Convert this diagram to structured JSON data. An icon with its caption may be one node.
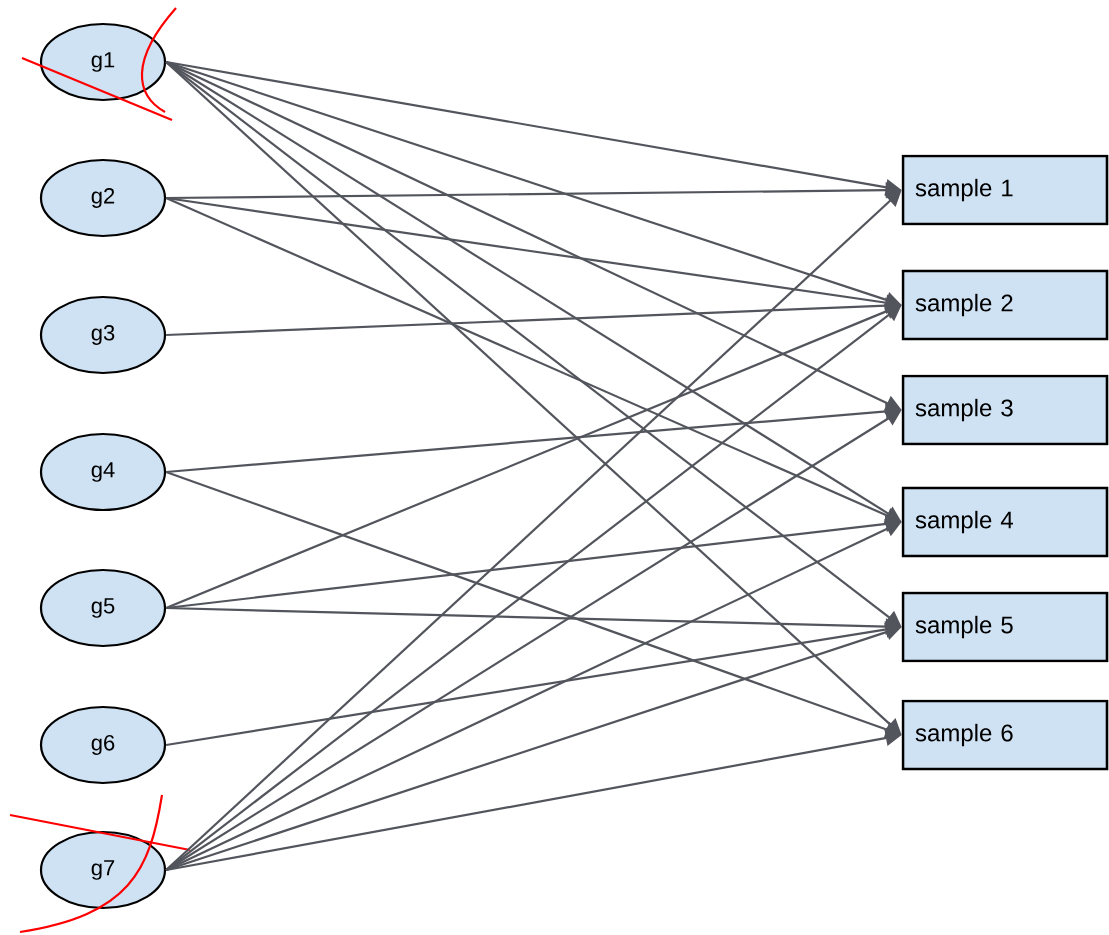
{
  "diagram": {
    "nodes": [
      {
        "text": [
          "g1"
        ]
      },
      {
        "text": [
          "g2"
        ]
      },
      {
        "text": [
          "g3"
        ]
      },
      {
        "text": [
          "g4"
        ]
      },
      {
        "text": [
          "g5"
        ]
      },
      {
        "text": [
          "g6"
        ]
      },
      {
        "text": [
          "g7"
        ]
      },
      {
        "text": [
          "sample 1"
        ]
      },
      {
        "text": [
          "sample 2"
        ]
      },
      {
        "text": [
          "sample 3"
        ]
      },
      {
        "text": [
          "sample 4"
        ]
      },
      {
        "text": [
          "sample 5"
        ]
      },
      {
        "text": [
          "sample 6"
        ]
      }
    ],
    "edges": [
      {
        "from": 0,
        "to": 7,
        "arrow": "to"
      },
      {
        "from": 0,
        "to": 8,
        "arrow": "to"
      },
      {
        "from": 0,
        "to": 9,
        "arrow": "to"
      },
      {
        "from": 0,
        "to": 10,
        "arrow": "to"
      },
      {
        "from": 0,
        "to": 11,
        "arrow": "to"
      },
      {
        "from": 0,
        "to": 12,
        "arrow": "to"
      },
      {
        "from": 1,
        "to": 7,
        "arrow": "to"
      },
      {
        "from": 1,
        "to": 8,
        "arrow": "to"
      },
      {
        "from": 1,
        "to": 10,
        "arrow": "to"
      },
      {
        "from": 2,
        "to": 8,
        "arrow": "to"
      },
      {
        "from": 3,
        "to": 9,
        "arrow": "to"
      },
      {
        "from": 3,
        "to": 12,
        "arrow": "to"
      },
      {
        "from": 4,
        "to": 8,
        "arrow": "to"
      },
      {
        "from": 4,
        "to": 10,
        "arrow": "to"
      },
      {
        "from": 4,
        "to": 11,
        "arrow": "to"
      },
      {
        "from": 5,
        "to": 11,
        "arrow": "to"
      },
      {
        "from": 6,
        "to": 7,
        "arrow": "to"
      },
      {
        "from": 6,
        "to": 8,
        "arrow": "to"
      },
      {
        "from": 6,
        "to": 9,
        "arrow": "to"
      },
      {
        "from": 6,
        "to": 10,
        "arrow": "to"
      },
      {
        "from": 6,
        "to": 11,
        "arrow": "to"
      },
      {
        "from": 6,
        "to": 12,
        "arrow": "to"
      }
    ]
  }
}
